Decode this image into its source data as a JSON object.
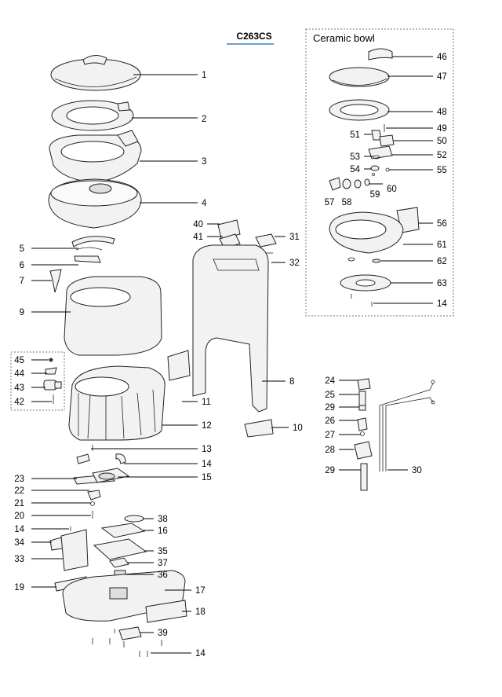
{
  "title": "C263CS",
  "accent_color": "#3a7fc1",
  "ceramic_box": {
    "title": "Ceramic bowl"
  },
  "callouts": [
    {
      "label": "1"
    },
    {
      "label": "2"
    },
    {
      "label": "3"
    },
    {
      "label": "4"
    },
    {
      "label": "5"
    },
    {
      "label": "6"
    },
    {
      "label": "7"
    },
    {
      "label": "9"
    },
    {
      "label": "45"
    },
    {
      "label": "44"
    },
    {
      "label": "43"
    },
    {
      "label": "42"
    },
    {
      "label": "40"
    },
    {
      "label": "41"
    },
    {
      "label": "31"
    },
    {
      "label": "32"
    },
    {
      "label": "8"
    },
    {
      "label": "11"
    },
    {
      "label": "12"
    },
    {
      "label": "10"
    },
    {
      "label": "13"
    },
    {
      "label": "14"
    },
    {
      "label": "23"
    },
    {
      "label": "15"
    },
    {
      "label": "22"
    },
    {
      "label": "21"
    },
    {
      "label": "20"
    },
    {
      "label": "14"
    },
    {
      "label": "38"
    },
    {
      "label": "16"
    },
    {
      "label": "34"
    },
    {
      "label": "35"
    },
    {
      "label": "33"
    },
    {
      "label": "37"
    },
    {
      "label": "36"
    },
    {
      "label": "19"
    },
    {
      "label": "17"
    },
    {
      "label": "18"
    },
    {
      "label": "39"
    },
    {
      "label": "14"
    },
    {
      "label": "46"
    },
    {
      "label": "47"
    },
    {
      "label": "48"
    },
    {
      "label": "49"
    },
    {
      "label": "51"
    },
    {
      "label": "50"
    },
    {
      "label": "53"
    },
    {
      "label": "52"
    },
    {
      "label": "54"
    },
    {
      "label": "55"
    },
    {
      "label": "60"
    },
    {
      "label": "57"
    },
    {
      "label": "58"
    },
    {
      "label": "59"
    },
    {
      "label": "56"
    },
    {
      "label": "61"
    },
    {
      "label": "62"
    },
    {
      "label": "63"
    },
    {
      "label": "14"
    },
    {
      "label": "24"
    },
    {
      "label": "25"
    },
    {
      "label": "29"
    },
    {
      "label": "26"
    },
    {
      "label": "27"
    },
    {
      "label": "28"
    },
    {
      "label": "29"
    },
    {
      "label": "30"
    }
  ]
}
